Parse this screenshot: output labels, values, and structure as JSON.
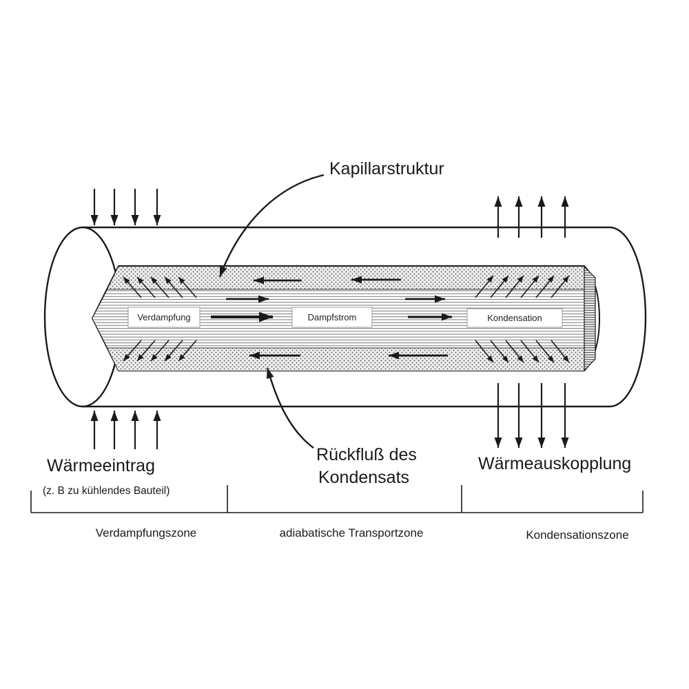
{
  "diagram": {
    "labels": {
      "kapillarstruktur": "Kapillarstruktur",
      "waermeeintrag": "Wärmeeintrag",
      "waermeeintrag_sub": "(z. B zu kühlendes Bauteil)",
      "waermeauskopplung": "Wärmeauskopplung",
      "rueckfluss_line1": "Rückfluß des",
      "rueckfluss_line2": "Kondensats",
      "verdampfung": "Verdampfung",
      "dampfstrom": "Dampfstrom",
      "kondensation": "Kondensation",
      "zone_verdampfung": "Verdampfungszone",
      "zone_transport": "adiabatische Transportzone",
      "zone_kondensation": "Kondensationszone"
    },
    "colors": {
      "ink": "#1a1a1a",
      "background": "#ffffff"
    }
  }
}
